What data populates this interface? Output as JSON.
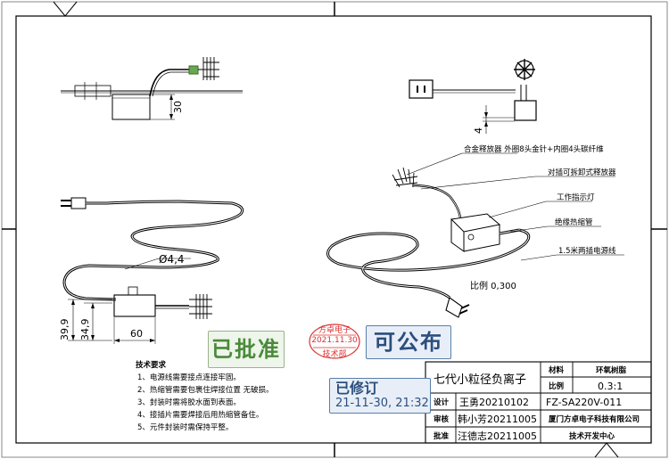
{
  "views": {
    "top_left": {
      "dim_height": "30"
    },
    "top_right": {
      "dim_small": "4"
    },
    "mid_left": {
      "dim_diameter": "Ø4,4",
      "dim_h1": "39,9",
      "dim_h2": "34,9",
      "dim_len": "60"
    },
    "mid_right": {
      "callouts": [
        "合金释放器  外圈8头金针+内圈4头碳纤维",
        "对插可拆卸式释放器",
        "工作指示灯",
        "绝缘热缩管",
        "1.5米两插电源线"
      ],
      "scale_label": "比例 0,300"
    }
  },
  "tech_notes": {
    "title": "技术要求",
    "items": [
      "1、电源线需要接点连接牢固。",
      "2、热缩管需要包裹住焊接位置  无破损。",
      "3、封装时需将胶水面到表面。",
      "4、接插片需要焊接后用热缩管备住。",
      "5、元件封装时需保持平整。"
    ]
  },
  "stamps": {
    "approve": "已批准",
    "public": "可公布",
    "revised_title": "已修订",
    "revised_date": "21-11-30, 21:32",
    "seal_lines": [
      "方卓电子",
      "2021.11.30",
      "技术部"
    ]
  },
  "title_block": {
    "product_name": "七代小粒径负离子",
    "material_label": "材料",
    "material_value": "环氧树脂",
    "scale_label": "比例",
    "scale_value": "0.3:1",
    "design_label": "设计",
    "design_value": "王勇20210102",
    "part_no": "FZ-SA220V-011",
    "review_label": "审核",
    "review_value": "韩小芳20211005",
    "company": "厦门方卓电子科技有限公司",
    "approve_label": "批准",
    "approve_value": "汪德志20211005",
    "department": "技术开发中心"
  }
}
